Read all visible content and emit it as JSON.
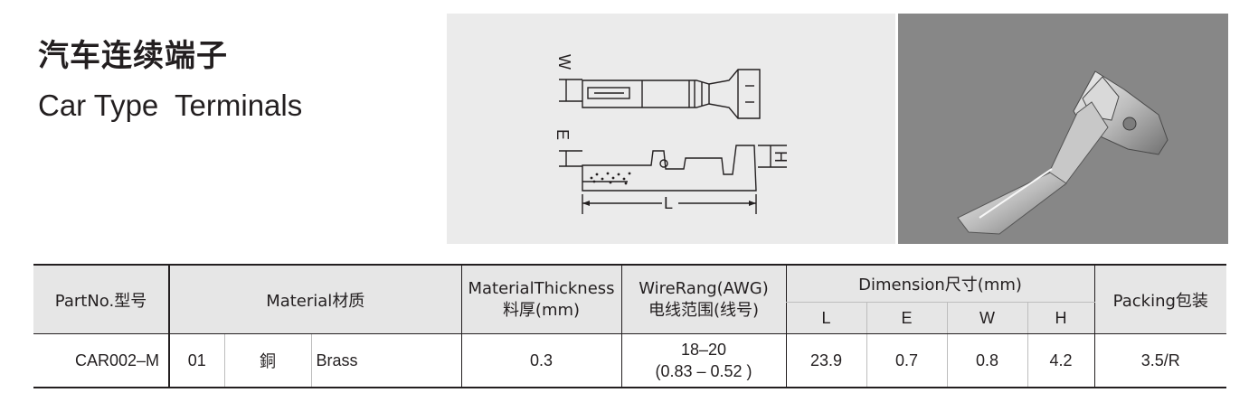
{
  "title": {
    "cn": "汽车连续端子",
    "en": "Car Type  Terminals"
  },
  "drawing": {
    "labels": {
      "w": "W",
      "e": "E",
      "h": "H",
      "l": "L"
    }
  },
  "table": {
    "headers": {
      "part_no": "PartNo.型号",
      "material": "Material材质",
      "thickness": {
        "line1": "MaterialThickness",
        "line2": "料厚(mm)"
      },
      "wire": {
        "line1": "WireRang(AWG)",
        "line2": "电线范围(线号)"
      },
      "dimension": "Dimension尺寸(mm)",
      "dims": {
        "l": "L",
        "e": "E",
        "w": "W",
        "h": "H"
      },
      "packing": "Packing包装"
    },
    "rows": [
      {
        "part_no": "CAR002–M",
        "material_code": "01",
        "material_cn": "銅",
        "material_en": "Brass",
        "thickness": "0.3",
        "wire": {
          "line1": "18–20",
          "line2": "(0.83 – 0.52 )"
        },
        "l": "23.9",
        "e": "0.7",
        "w": "0.8",
        "h": "4.2",
        "packing": "3.5/R"
      }
    ]
  }
}
